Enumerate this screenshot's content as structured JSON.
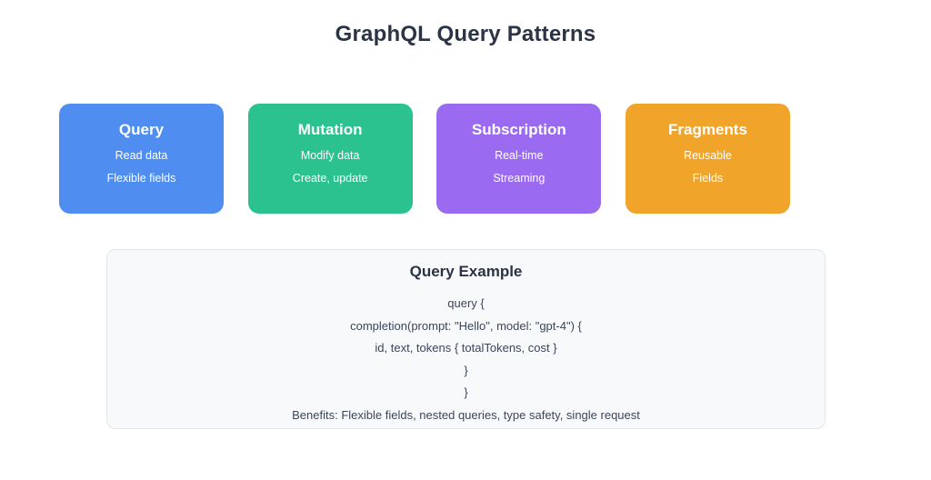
{
  "header": {
    "title": "GraphQL Query Patterns"
  },
  "cards": [
    {
      "name": "query",
      "title": "Query",
      "lines": [
        "Read data",
        "Flexible fields"
      ],
      "color": "#4f8ef0"
    },
    {
      "name": "mutation",
      "title": "Mutation",
      "lines": [
        "Modify data",
        "Create, update"
      ],
      "color": "#2bc28f"
    },
    {
      "name": "subscription",
      "title": "Subscription",
      "lines": [
        "Real-time",
        "Streaming"
      ],
      "color": "#9a6bf0"
    },
    {
      "name": "fragments",
      "title": "Fragments",
      "lines": [
        "Reusable",
        "Fields"
      ],
      "color": "#f0a52a"
    }
  ],
  "example_panel": {
    "title": "Query Example",
    "lines": [
      "query {",
      "completion(prompt: \"Hello\", model: \"gpt-4\") {",
      "id, text, tokens { totalTokens, cost }",
      "}",
      "}",
      "Benefits: Flexible fields, nested queries, type safety, single request"
    ],
    "background": "#f8f9fb",
    "border_color": "#e2e5ea"
  },
  "theme": {
    "page_background": "#ffffff",
    "title_color": "#2b3445",
    "body_text_color": "#3c4658"
  }
}
